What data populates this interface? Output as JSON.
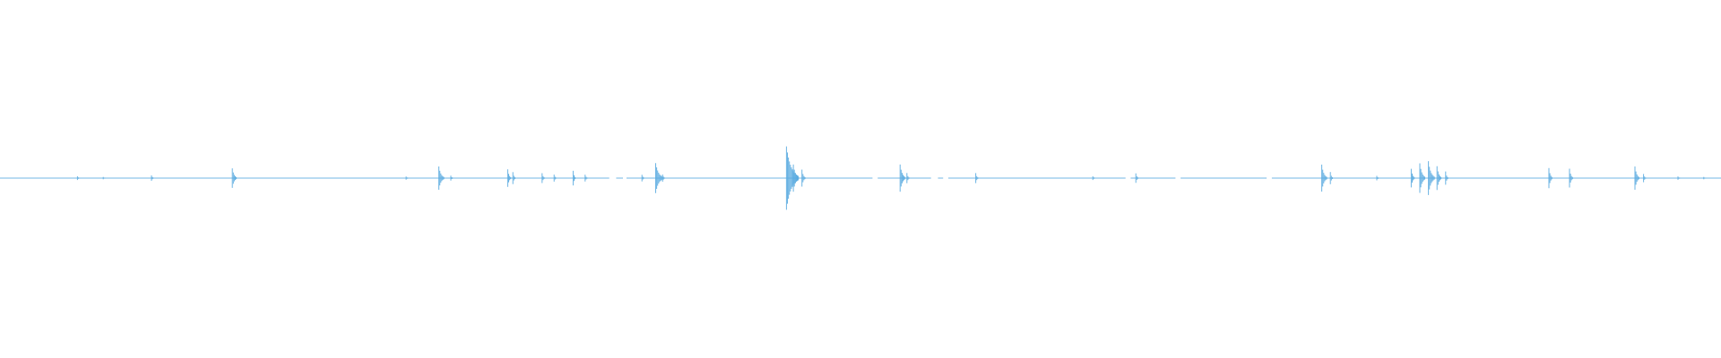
{
  "waveform": {
    "color": "#5aabe0",
    "baseline_opacity": 0.85,
    "peak_opacity": 0.9,
    "events": [
      {
        "t": 0.045,
        "amp": 0.06
      },
      {
        "t": 0.06,
        "amp": 0.05
      },
      {
        "t": 0.088,
        "amp": 0.08
      },
      {
        "t": 0.135,
        "amp": 0.35
      },
      {
        "t": 0.236,
        "amp": 0.06
      },
      {
        "t": 0.255,
        "amp": 0.45
      },
      {
        "t": 0.262,
        "amp": 0.08
      },
      {
        "t": 0.295,
        "amp": 0.3
      },
      {
        "t": 0.298,
        "amp": 0.22
      },
      {
        "t": 0.315,
        "amp": 0.2
      },
      {
        "t": 0.322,
        "amp": 0.12
      },
      {
        "t": 0.333,
        "amp": 0.22
      },
      {
        "t": 0.34,
        "amp": 0.1
      },
      {
        "t": 0.373,
        "amp": 0.15
      },
      {
        "t": 0.381,
        "amp": 0.55
      },
      {
        "t": 0.385,
        "amp": 0.12
      },
      {
        "t": 0.457,
        "amp": 0.95
      },
      {
        "t": 0.461,
        "amp": 0.4
      },
      {
        "t": 0.466,
        "amp": 0.25
      },
      {
        "t": 0.523,
        "amp": 0.4
      },
      {
        "t": 0.527,
        "amp": 0.15
      },
      {
        "t": 0.567,
        "amp": 0.18
      },
      {
        "t": 0.635,
        "amp": 0.06
      },
      {
        "t": 0.66,
        "amp": 0.15
      },
      {
        "t": 0.768,
        "amp": 0.4
      },
      {
        "t": 0.773,
        "amp": 0.18
      },
      {
        "t": 0.8,
        "amp": 0.1
      },
      {
        "t": 0.82,
        "amp": 0.3
      },
      {
        "t": 0.825,
        "amp": 0.45
      },
      {
        "t": 0.83,
        "amp": 0.5
      },
      {
        "t": 0.835,
        "amp": 0.35
      },
      {
        "t": 0.84,
        "amp": 0.2
      },
      {
        "t": 0.9,
        "amp": 0.3
      },
      {
        "t": 0.912,
        "amp": 0.32
      },
      {
        "t": 0.95,
        "amp": 0.35
      },
      {
        "t": 0.955,
        "amp": 0.12
      },
      {
        "t": 0.975,
        "amp": 0.06
      },
      {
        "t": 0.99,
        "amp": 0.05
      }
    ],
    "gaps": [
      {
        "start": 0.354,
        "end": 0.358
      },
      {
        "start": 0.362,
        "end": 0.364
      },
      {
        "start": 0.507,
        "end": 0.51
      },
      {
        "start": 0.541,
        "end": 0.545
      },
      {
        "start": 0.548,
        "end": 0.551
      },
      {
        "start": 0.654,
        "end": 0.657
      },
      {
        "start": 0.683,
        "end": 0.686
      },
      {
        "start": 0.736,
        "end": 0.739
      }
    ]
  }
}
